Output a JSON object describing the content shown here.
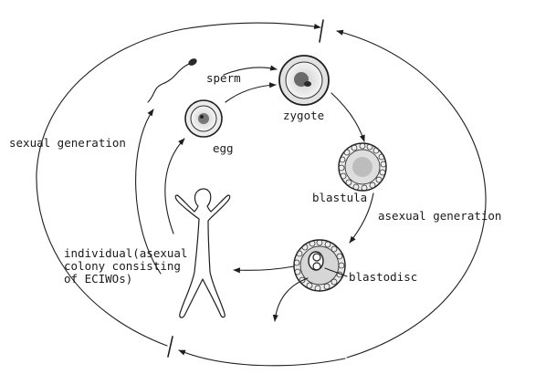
{
  "labels": {
    "sperm": "sperm",
    "zygote": "zygote",
    "egg": "egg",
    "sexual_generation": "sexual generation",
    "blastula": "blastula",
    "asexual_generation": "asexual generation",
    "individual_line1": "individual(asexual",
    "individual_line2": "colony consisting",
    "individual_line3": "of ECIWOs)",
    "blastodisc": "blastodisc"
  },
  "colors": {
    "ink": "#1e1e1e",
    "background": "#ffffff"
  }
}
